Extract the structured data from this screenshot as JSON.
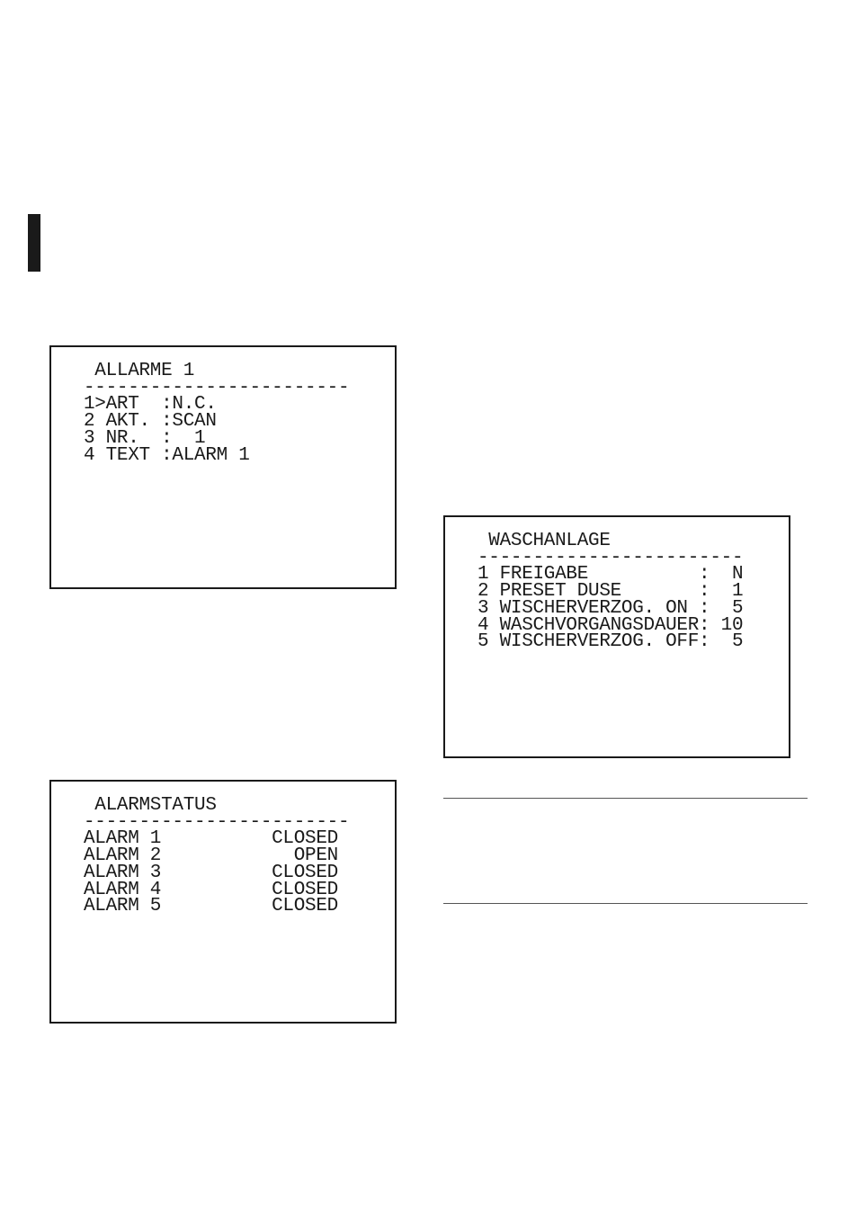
{
  "allarme_menu": {
    "title": " ALLARME 1",
    "separator": "------------------------",
    "rows": [
      "1>ART  :N.C.",
      "2 AKT. :SCAN",
      "3 NR.  :  1",
      "4 TEXT :ALARM 1"
    ]
  },
  "waschanlage_menu": {
    "title": " WASCHANLAGE",
    "separator": "------------------------",
    "rows": [
      "1 FREIGABE          :  N",
      "2 PRESET DUSE       :  1",
      "3 WISCHERVERZOG. ON :  5",
      "4 WASCHVORGANGSDAUER: 10",
      "5 WISCHERVERZOG. OFF:  5"
    ]
  },
  "alarmstatus_menu": {
    "title": " ALARMSTATUS",
    "separator": "------------------------",
    "rows": [
      "ALARM 1          CLOSED",
      "ALARM 2            OPEN",
      "ALARM 3          CLOSED",
      "ALARM 4          CLOSED",
      "ALARM 5          CLOSED"
    ]
  }
}
